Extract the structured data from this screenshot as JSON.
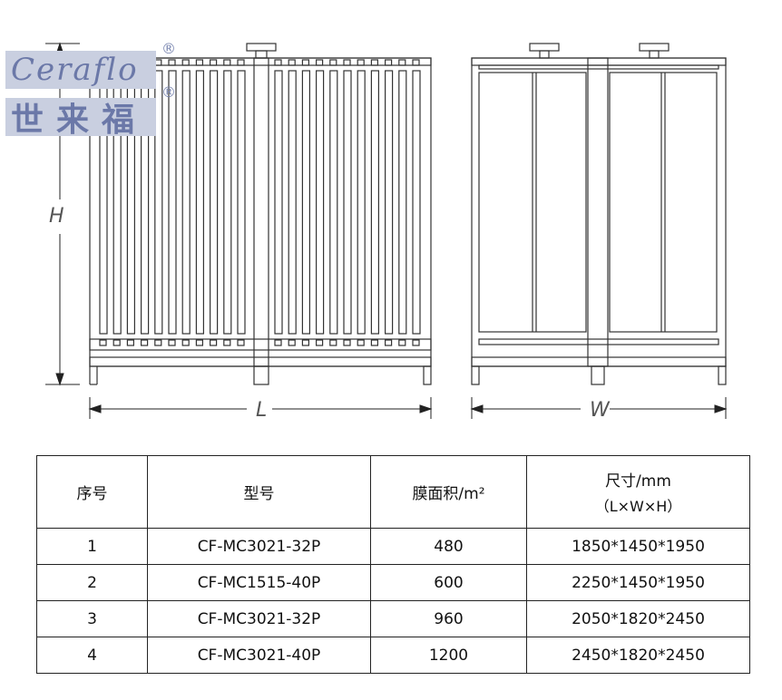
{
  "logo": {
    "brand_en": "Cerafl",
    "brand_o": "o",
    "brand_cn": "世来福",
    "registered": "®"
  },
  "dimensions": {
    "height": "H",
    "length": "L",
    "width": "W"
  },
  "table": {
    "headers": {
      "index": "序号",
      "model": "型号",
      "area": "膜面积/m²",
      "size": "尺寸/mm",
      "size_sub": "（L×W×H）"
    },
    "rows": [
      {
        "index": "1",
        "model": "CF-MC3021-32P",
        "area": "480",
        "size": "1850*1450*1950"
      },
      {
        "index": "2",
        "model": "CF-MC1515-40P",
        "area": "600",
        "size": "2250*1450*1950"
      },
      {
        "index": "3",
        "model": "CF-MC3021-32P",
        "area": "960",
        "size": "2050*1820*2450"
      },
      {
        "index": "4",
        "model": "CF-MC3021-40P",
        "area": "1200",
        "size": "2450*1820*2450"
      }
    ]
  }
}
